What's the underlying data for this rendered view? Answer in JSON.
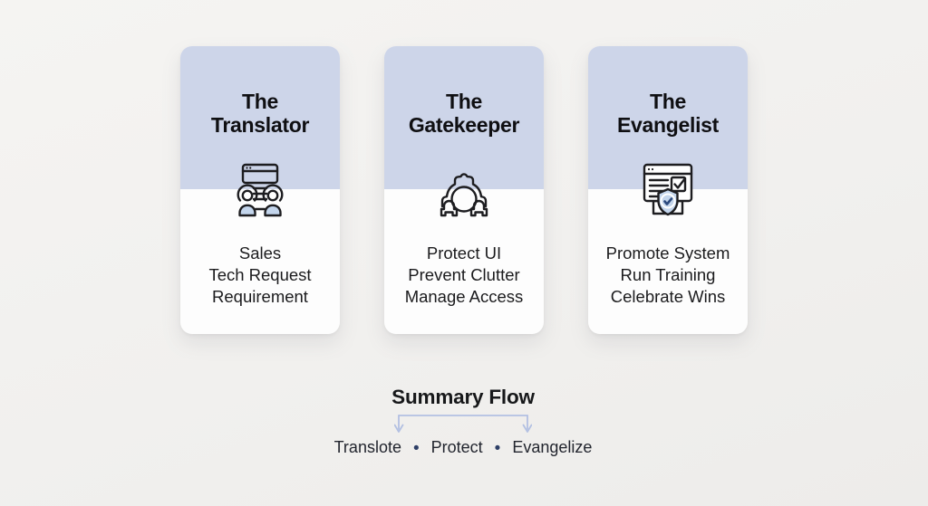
{
  "cards": [
    {
      "title_line1": "The",
      "title_line2": "Translator",
      "icon": "people-conversation-window-icon",
      "items": [
        "Sales",
        "Tech Request",
        "Requirement"
      ]
    },
    {
      "title_line1": "The",
      "title_line2": "Gatekeeper",
      "icon": "gear-guard-icon",
      "items": [
        "Protect UI",
        "Prevent Clutter",
        "Manage Access"
      ]
    },
    {
      "title_line1": "The",
      "title_line2": "Evangelist",
      "icon": "window-shield-check-icon",
      "items": [
        "Promote System",
        "Run Training",
        "Celebrate Wins"
      ]
    }
  ],
  "summary": {
    "title": "Summary Flow",
    "steps": [
      "Translote",
      "Protect",
      "Evangelize"
    ],
    "separator": "•"
  },
  "colors": {
    "background": "#f1f0ee",
    "card_header": "#cdd5e9",
    "card_body": "#fdfdfd",
    "icon_stroke": "#1d1d20",
    "icon_fill_blue": "#c3d5ec",
    "shield_check_blue": "#2c4a7e",
    "bracket_blue": "#b3c0e2",
    "bullet_navy": "#2e3f66"
  }
}
